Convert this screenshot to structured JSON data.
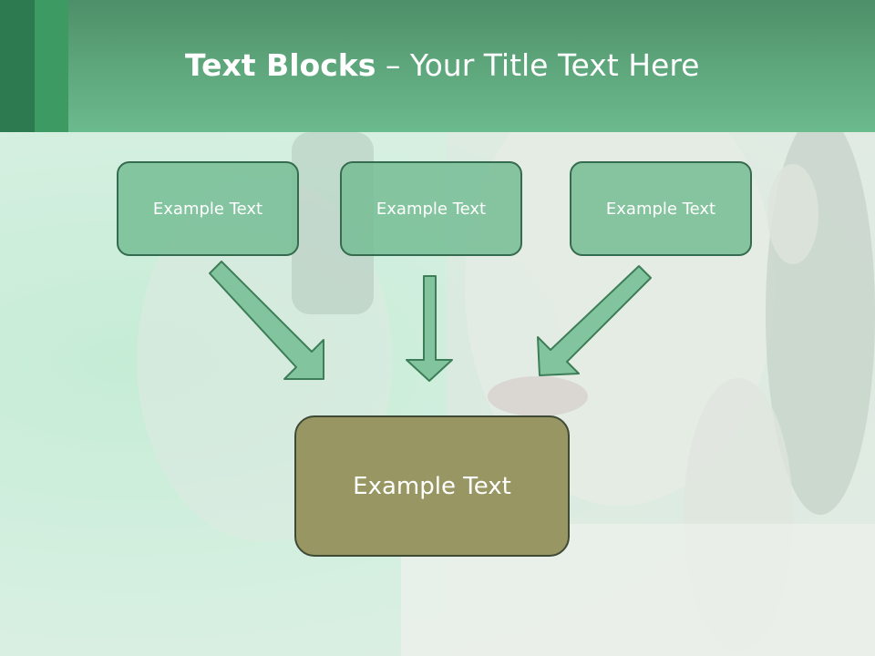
{
  "slide": {
    "title_bold": "Text Blocks",
    "title_separator": " – ",
    "title_rest": "Your Title Text Here"
  },
  "diagram": {
    "blocks": [
      {
        "label": "Example Text"
      },
      {
        "label": "Example Text"
      },
      {
        "label": "Example Text"
      }
    ],
    "main_block": {
      "label": "Example Text"
    }
  },
  "colors": {
    "header": "#5ea67c",
    "block_fill": "#76bd94",
    "main_block_fill": "#989763",
    "arrow_fill": "#82c49e"
  }
}
